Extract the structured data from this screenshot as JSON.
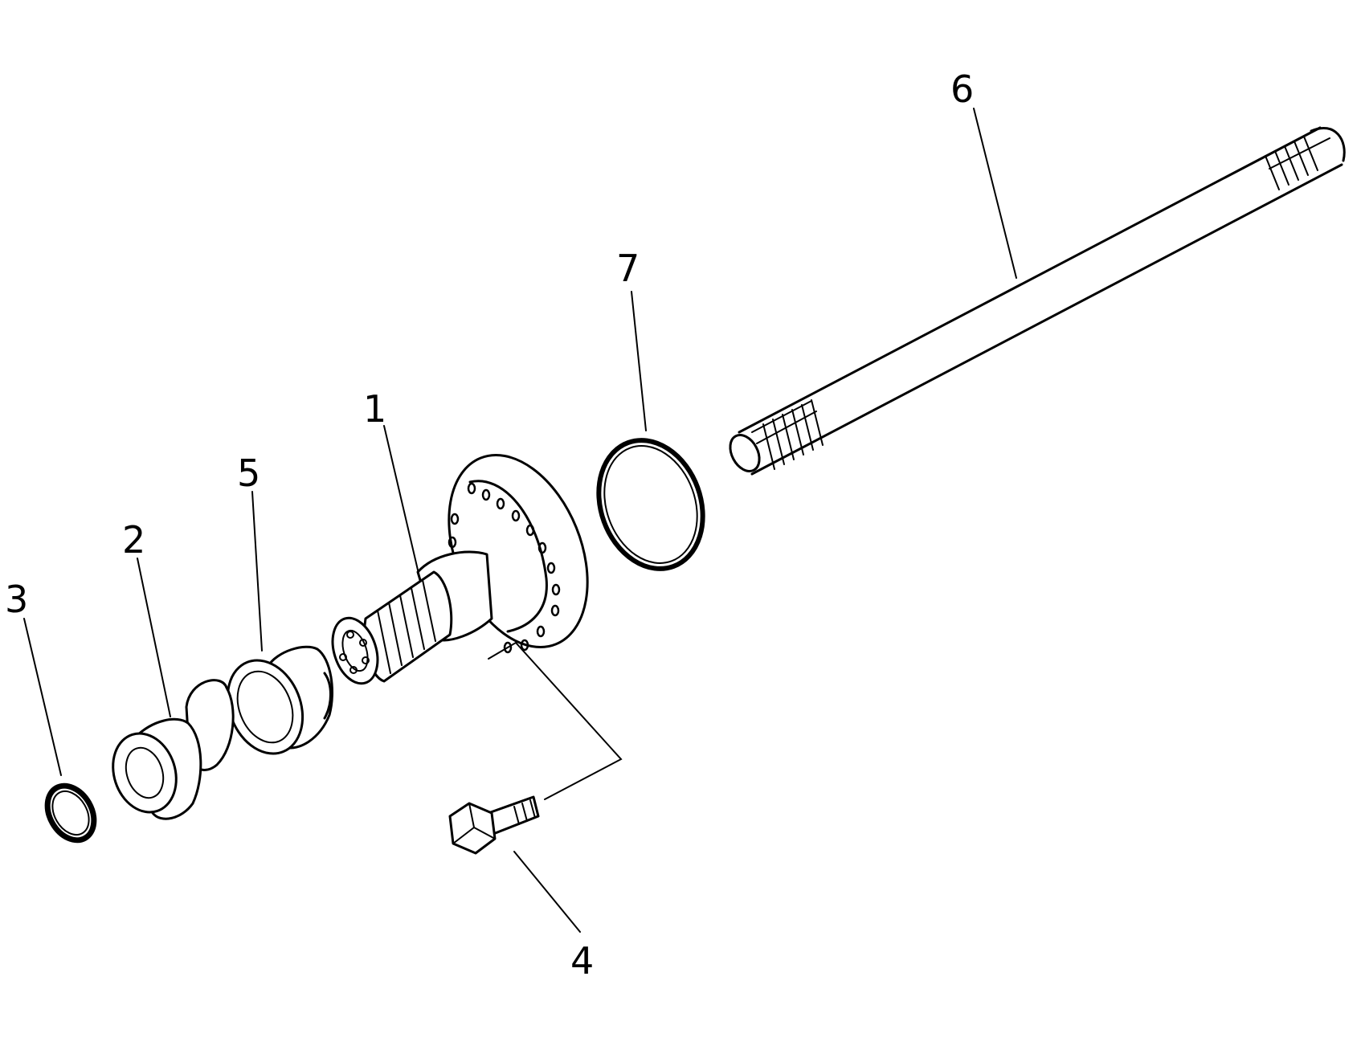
{
  "diagram": {
    "labels": {
      "part_1": "1",
      "part_2": "2",
      "part_3": "3",
      "part_4": "4",
      "part_5": "5",
      "part_6": "6",
      "part_7": "7"
    }
  }
}
